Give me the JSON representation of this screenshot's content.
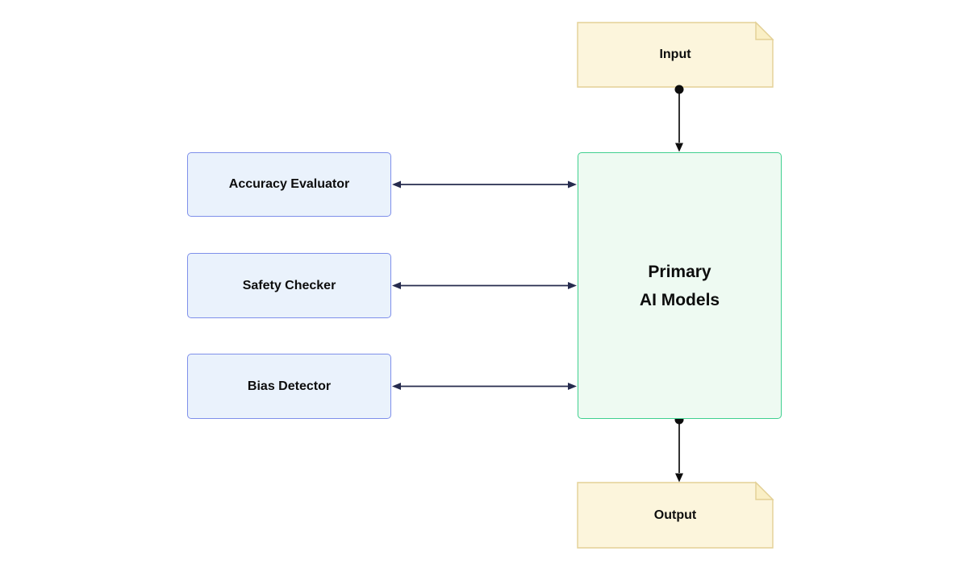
{
  "diagram": {
    "type": "flowchart",
    "nodes": {
      "input": {
        "label": "Input",
        "shape": "note"
      },
      "accuracy": {
        "label": "Accuracy Evaluator",
        "shape": "rounded-rect"
      },
      "safety": {
        "label": "Safety Checker",
        "shape": "rounded-rect"
      },
      "bias": {
        "label": "Bias Detector",
        "shape": "rounded-rect"
      },
      "primary": {
        "lines": [
          "Primary",
          "AI Models"
        ],
        "shape": "rounded-rect"
      },
      "output": {
        "label": "Output",
        "shape": "note"
      }
    },
    "edges": [
      {
        "from": "Input",
        "to": "Primary AI Models",
        "style": "arrow",
        "start": "dot",
        "direction": "down"
      },
      {
        "from": "Accuracy Evaluator",
        "to": "Primary AI Models",
        "style": "bidirectional-arrow"
      },
      {
        "from": "Safety Checker",
        "to": "Primary AI Models",
        "style": "bidirectional-arrow"
      },
      {
        "from": "Bias Detector",
        "to": "Primary AI Models",
        "style": "bidirectional-arrow"
      },
      {
        "from": "Primary AI Models",
        "to": "Output",
        "style": "arrow",
        "start": "dot",
        "direction": "down"
      }
    ]
  },
  "colors": {
    "canvas-bg": "#FFFFFF",
    "note-fill": "#FCF5DC",
    "note-border": "#E3D095",
    "note-fold-fill": "#FAEFC5",
    "green-fill": "#EEFAF2",
    "green-border": "#3FD08F",
    "blue-fill": "#EAF2FC",
    "blue-border": "#7E8FEA",
    "edge-dark": "#262B4E",
    "edge-black": "#0D0D0D",
    "text": "#0D0D0D"
  }
}
